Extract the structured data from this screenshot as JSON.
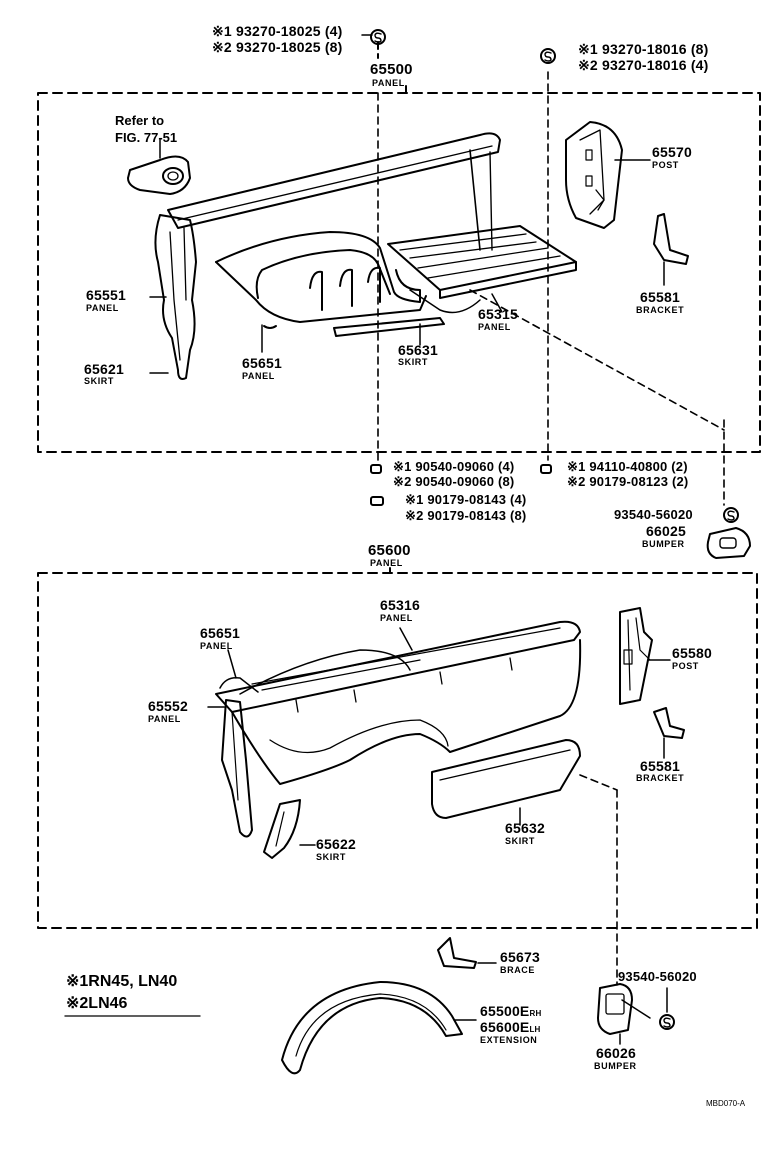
{
  "upper_group": {
    "title_num": "65500",
    "title_name": "PANEL",
    "top_left_codes": [
      "※1 93270-18025 (4)",
      "※2 93270-18025 (8)"
    ],
    "top_right_codes": [
      "※1 93270-18016 (8)",
      "※2 93270-18016 (4)"
    ],
    "refer_line1": "Refer to",
    "refer_line2": "FIG. 77-51",
    "parts": [
      {
        "num": "65570",
        "name": "POST"
      },
      {
        "num": "65551",
        "name": "PANEL"
      },
      {
        "num": "65581",
        "name": "BRACKET"
      },
      {
        "num": "65315",
        "name": "PANEL"
      },
      {
        "num": "65621",
        "name": "SKIRT"
      },
      {
        "num": "65651",
        "name": "PANEL"
      },
      {
        "num": "65631",
        "name": "SKIRT"
      }
    ],
    "bottom_codes_left": [
      "※1 90540-09060 (4)",
      "※2 90540-09060 (8)",
      "※1 90179-08143 (4)",
      "※2 90179-08143 (8)"
    ],
    "bottom_codes_right": [
      "※1 94110-40800 (2)",
      "※2 90179-08123 (2)"
    ],
    "bumper_code": "93540-56020",
    "bumper_num": "66025",
    "bumper_name": "BUMPER"
  },
  "lower_group": {
    "title_num": "65600",
    "title_name": "PANEL",
    "parts": [
      {
        "num": "65316",
        "name": "PANEL"
      },
      {
        "num": "65651",
        "name": "PANEL"
      },
      {
        "num": "65580",
        "name": "POST"
      },
      {
        "num": "65552",
        "name": "PANEL"
      },
      {
        "num": "65581",
        "name": "BRACKET"
      },
      {
        "num": "65622",
        "name": "SKIRT"
      },
      {
        "num": "65632",
        "name": "SKIRT"
      },
      {
        "num": "65673",
        "name": "BRACE"
      }
    ],
    "ext_num1": "65500E",
    "ext_sub1": "RH",
    "ext_num2": "65600E",
    "ext_sub2": "LH",
    "ext_name": "EXTENSION",
    "bumper_code": "93540-56020",
    "bumper_num": "66026",
    "bumper_name": "BUMPER"
  },
  "legend": [
    "※1RN45, LN40",
    "※2LN46"
  ],
  "figure_code": "MBD070-A"
}
